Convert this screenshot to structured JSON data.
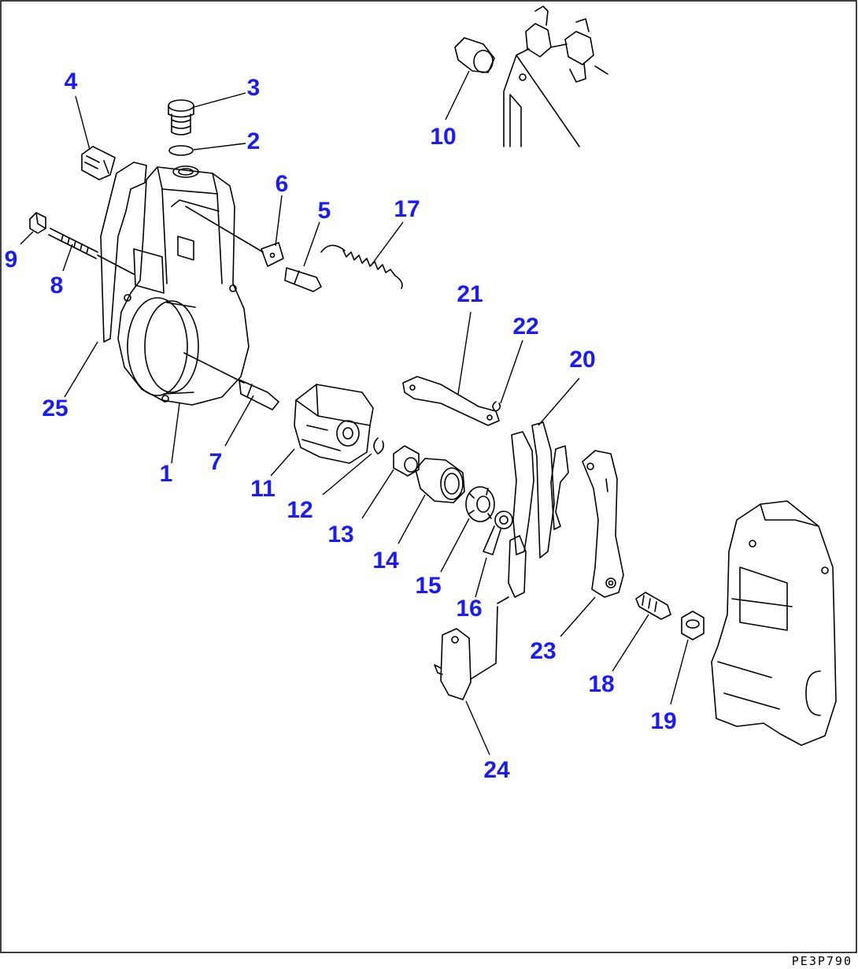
{
  "drawing_code": "PE3P790",
  "callouts": [
    {
      "label": "1"
    },
    {
      "label": "2"
    },
    {
      "label": "3"
    },
    {
      "label": "4"
    },
    {
      "label": "5"
    },
    {
      "label": "6"
    },
    {
      "label": "7"
    },
    {
      "label": "8"
    },
    {
      "label": "9"
    },
    {
      "label": "10"
    },
    {
      "label": "11"
    },
    {
      "label": "12"
    },
    {
      "label": "13"
    },
    {
      "label": "14"
    },
    {
      "label": "15"
    },
    {
      "label": "16"
    },
    {
      "label": "17"
    },
    {
      "label": "18"
    },
    {
      "label": "19"
    },
    {
      "label": "20"
    },
    {
      "label": "21"
    },
    {
      "label": "22"
    },
    {
      "label": "23"
    },
    {
      "label": "24"
    },
    {
      "label": "25"
    }
  ],
  "colors": {
    "callout": "#1a1aff",
    "line": "#000000",
    "background": "#ffffff"
  }
}
